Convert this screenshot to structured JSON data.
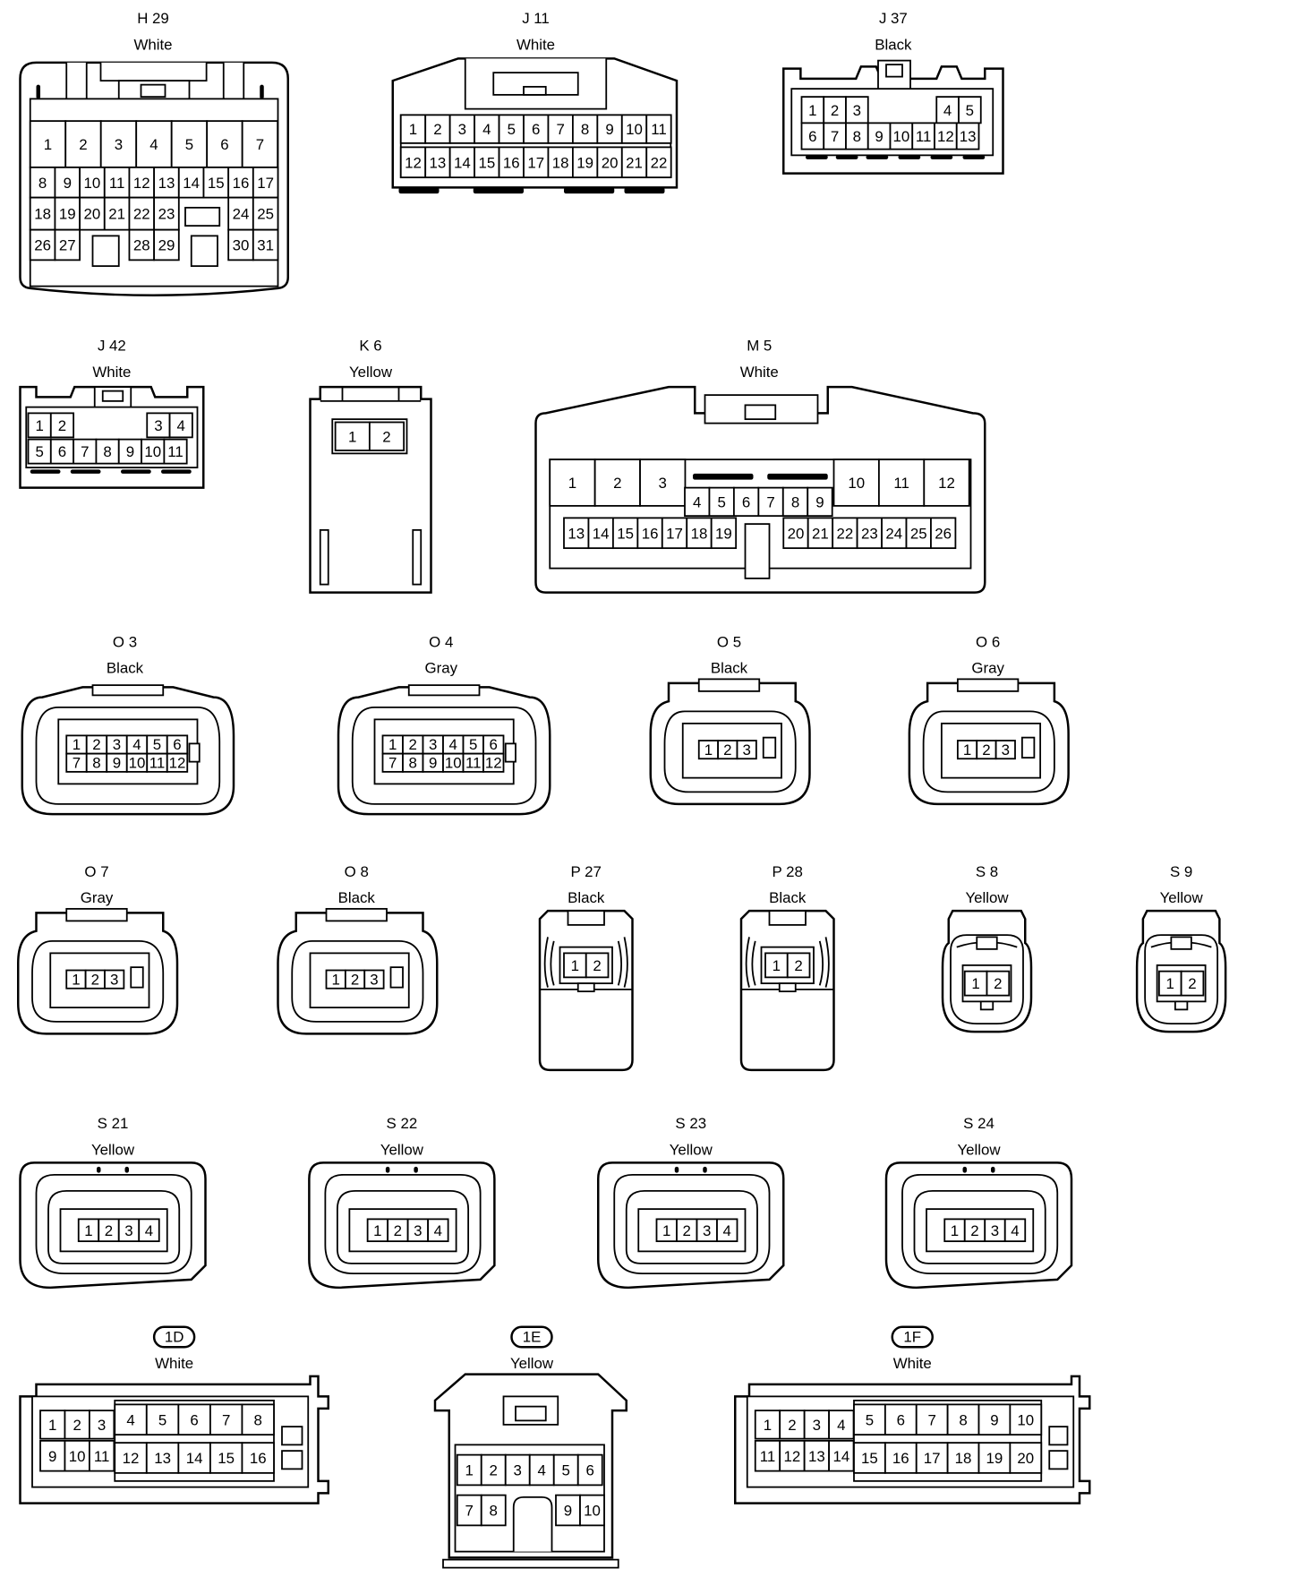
{
  "connectors": [
    {
      "code": "H 29",
      "color": "White"
    },
    {
      "code": "J 11",
      "color": "White"
    },
    {
      "code": "J 37",
      "color": "Black"
    },
    {
      "code": "J 42",
      "color": "White"
    },
    {
      "code": "K 6",
      "color": "Yellow"
    },
    {
      "code": "M 5",
      "color": "White"
    },
    {
      "code": "O 3",
      "color": "Black"
    },
    {
      "code": "O 4",
      "color": "Gray"
    },
    {
      "code": "O 5",
      "color": "Black"
    },
    {
      "code": "O 6",
      "color": "Gray"
    },
    {
      "code": "O 7",
      "color": "Gray"
    },
    {
      "code": "O 8",
      "color": "Black"
    },
    {
      "code": "P 27",
      "color": "Black"
    },
    {
      "code": "P 28",
      "color": "Black"
    },
    {
      "code": "S 8",
      "color": "Yellow"
    },
    {
      "code": "S 9",
      "color": "Yellow"
    },
    {
      "code": "S 21",
      "color": "Yellow"
    },
    {
      "code": "S 22",
      "color": "Yellow"
    },
    {
      "code": "S 23",
      "color": "Yellow"
    },
    {
      "code": "S 24",
      "color": "Yellow"
    },
    {
      "code": "1D",
      "color": "White"
    },
    {
      "code": "1E",
      "color": "Yellow"
    },
    {
      "code": "1F",
      "color": "White"
    }
  ]
}
